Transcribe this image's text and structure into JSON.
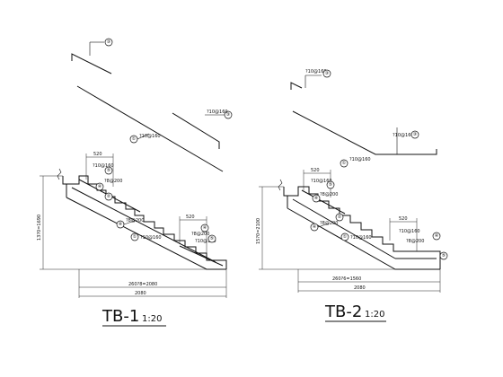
{
  "drawings": [
    {
      "id": "tb1",
      "title": "TB-1",
      "scale": "1:20",
      "callouts": [
        "①",
        "②",
        "③",
        "④",
        "⑤"
      ],
      "labels": {
        "bar_top": "?10@160",
        "bar_main": "?10@160",
        "bar_dist_top": "?10@160",
        "bar_upper": "?8@200",
        "bar_mid": "?8@200",
        "bar_lower": "?10@160",
        "bar_right_a": "?8@200",
        "bar_right_b": "?10@160"
      },
      "dims": {
        "top_520": "520",
        "right_520": "520",
        "vertical": "13?0=1690",
        "span": "260?8=2080",
        "total": "2080"
      }
    },
    {
      "id": "tb2",
      "title": "TB-2",
      "scale": "1:20",
      "callouts": [
        "①",
        "②",
        "③",
        "④",
        "⑤"
      ],
      "labels": {
        "bar_top": "?10@160",
        "bar_dist_top": "?10@160",
        "bar_main": "?10@160",
        "bar_upper_a": "?10@160",
        "bar_upper_b": "?8@200",
        "bar_mid": "?8@200",
        "bar_lower": "?10@160",
        "bar_right_a": "?10@160",
        "bar_right_b": "?8@200"
      },
      "dims": {
        "top_520": "520",
        "right_520": "520",
        "vertical": "15?0=2100",
        "span": "260?6=1560",
        "total": "2080"
      }
    }
  ]
}
